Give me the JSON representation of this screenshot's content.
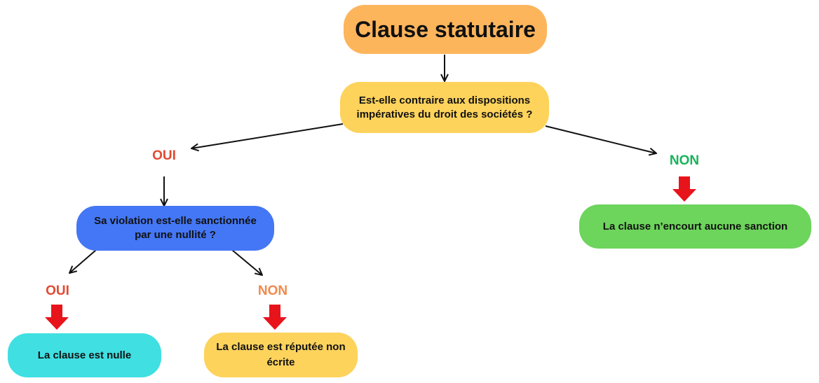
{
  "nodes": {
    "root": "Clause statutaire",
    "question_1": [
      "Est-elle contraire aux dispositions",
      "impératives du droit des sociétés ?"
    ],
    "question_2": [
      "Sa violation est-elle sanctionnée",
      "par une nullité ?"
    ],
    "result_no_sanction": "La clause n’encourt aucune sanction",
    "result_null": "La clause est nulle",
    "result_unwritten": [
      "La clause est réputée non",
      "écrite"
    ]
  },
  "branch_labels": {
    "q1_yes": "OUI",
    "q1_no": "NON",
    "q2_yes": "OUI",
    "q2_no": "NON"
  },
  "colors": {
    "root": "#fdb55c",
    "question_1": "#fdd35c",
    "question_2": "#4477f5",
    "result_no_sanction": "#6dd45c",
    "result_null": "#40dfe2",
    "result_unwritten": "#fdd35c",
    "yes_label": "#e24a33",
    "no_label_green": "#17b35a",
    "no_label_orange": "#f08a4c",
    "result_arrow": "#e8141b",
    "connector": "#111111"
  },
  "icons": {
    "connector_arrow": "thin-black-arrow",
    "result_arrow": "red-down-arrow"
  }
}
